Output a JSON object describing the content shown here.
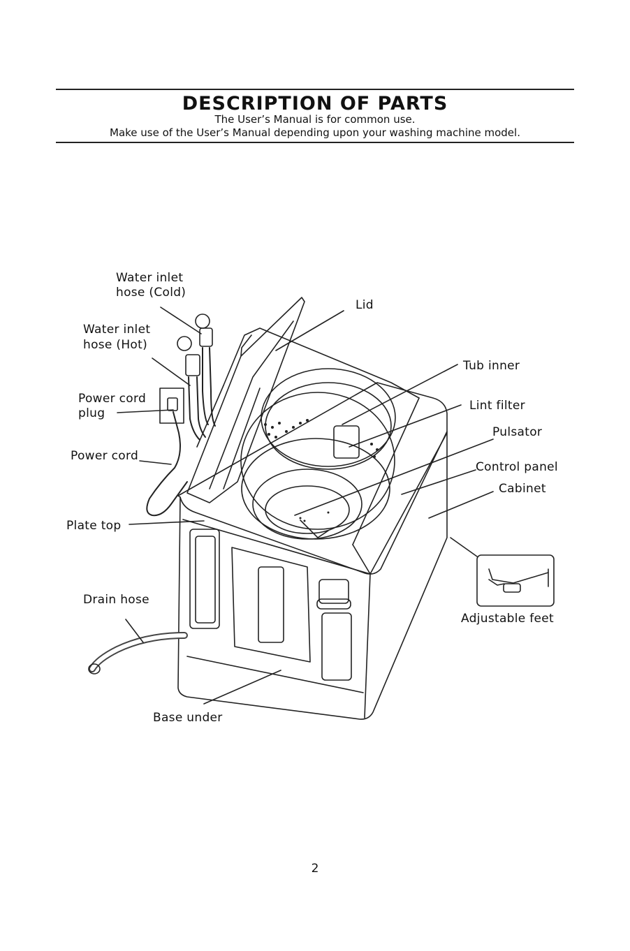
{
  "header": {
    "title": "DESCRIPTION OF PARTS",
    "line1": "The User’s Manual is for common use.",
    "line2": "Make use of the User’s Manual depending upon your washing machine model."
  },
  "labels": {
    "water_inlet_cold_1": "Water inlet",
    "water_inlet_cold_2": "hose (Cold)",
    "water_inlet_hot_1": "Water inlet",
    "water_inlet_hot_2": "hose (Hot)",
    "power_cord_plug_1": "Power cord",
    "power_cord_plug_2": "plug",
    "power_cord": "Power cord",
    "plate_top": "Plate top",
    "drain_hose": "Drain hose",
    "base_under": "Base under",
    "lid": "Lid",
    "tub_inner": "Tub inner",
    "lint_filter": "Lint filter",
    "pulsator": "Pulsator",
    "control_panel": "Control panel",
    "cabinet": "Cabinet",
    "adjustable_feet": "Adjustable feet"
  },
  "page_number": "2"
}
